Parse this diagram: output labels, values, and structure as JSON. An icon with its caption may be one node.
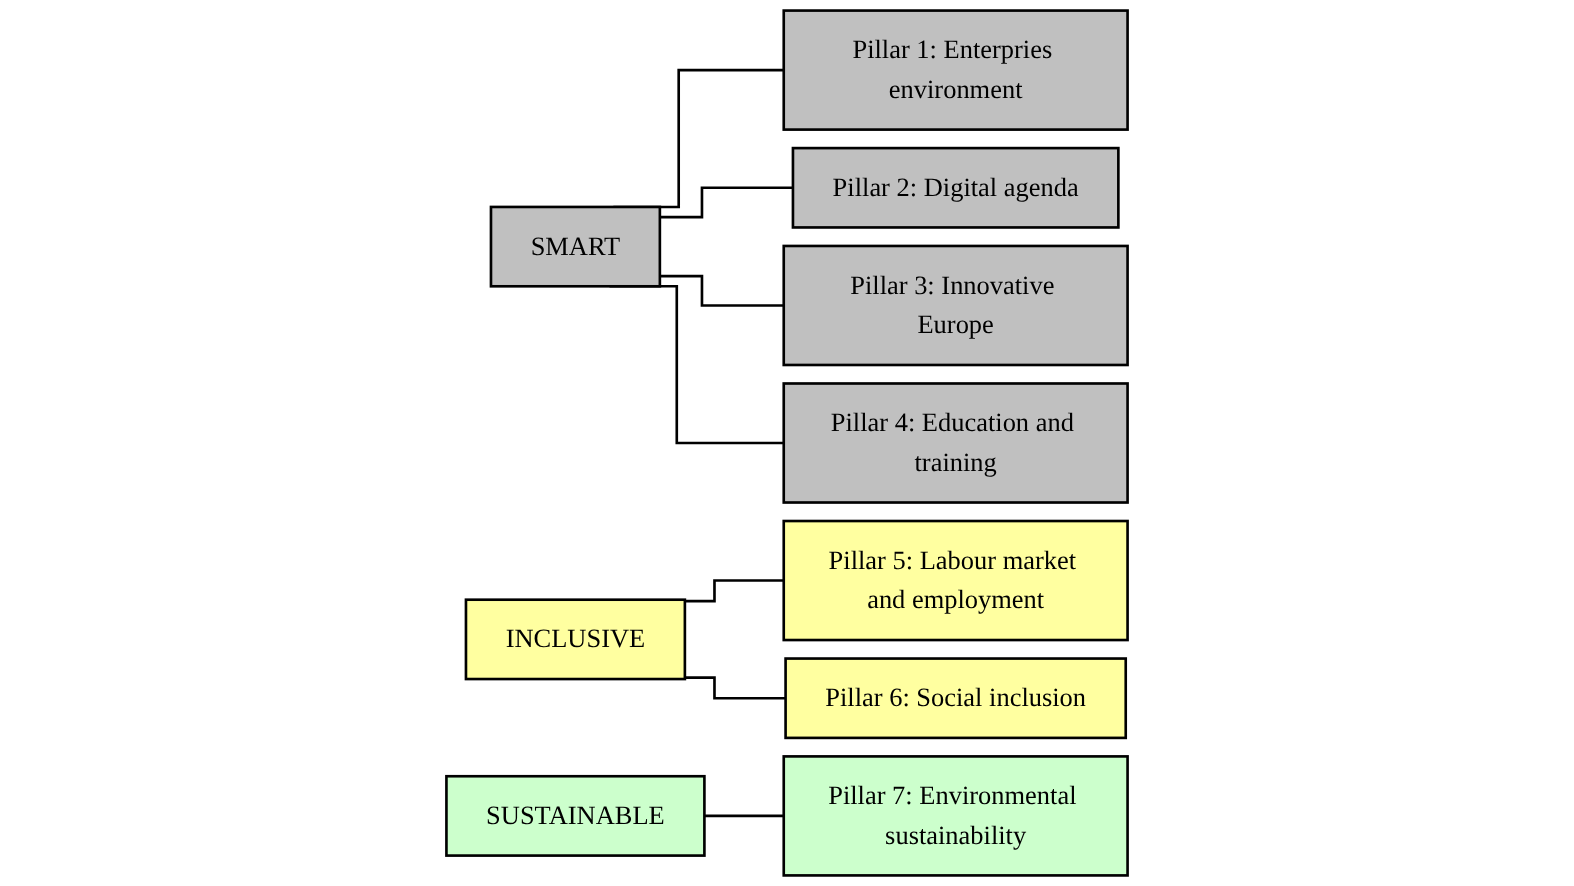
{
  "diagram": {
    "nodes": [
      {
        "text": [
          "SMART"
        ]
      },
      {
        "text": [
          "Pillar 1: Enterpries environment"
        ]
      },
      {
        "text": [
          "Pillar 2: Digital agenda"
        ]
      },
      {
        "text": [
          "Pillar 3: Innovative Europe"
        ]
      },
      {
        "text": [
          "Pillar 4: Education and training"
        ]
      },
      {
        "text": [
          "INCLUSIVE"
        ]
      },
      {
        "text": [
          "Pillar 5: Labour market and employment"
        ]
      },
      {
        "text": [
          "Pillar 6: Social inclusion"
        ]
      },
      {
        "text": [
          "SUSTAINABLE"
        ]
      },
      {
        "text": [
          "Pillar 7: Environmental sustainability"
        ]
      }
    ],
    "edges": [
      {
        "from": 0,
        "to": 1,
        "arrow": "none"
      },
      {
        "from": 0,
        "to": 2,
        "arrow": "none"
      },
      {
        "from": 0,
        "to": 3,
        "arrow": "none"
      },
      {
        "from": 0,
        "to": 4,
        "arrow": "none"
      },
      {
        "from": 5,
        "to": 6,
        "arrow": "none"
      },
      {
        "from": 5,
        "to": 7,
        "arrow": "none"
      },
      {
        "from": 8,
        "to": 9,
        "arrow": "none"
      }
    ]
  }
}
